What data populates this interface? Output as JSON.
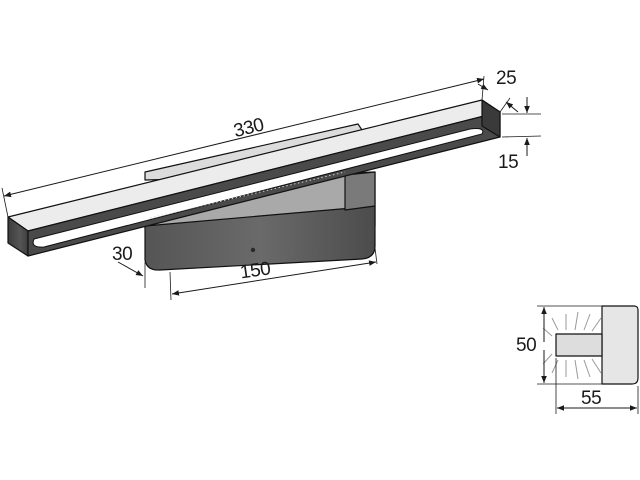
{
  "dimensions": {
    "length": "330",
    "depth": "25",
    "height": "15",
    "base_depth": "30",
    "base_width": "150",
    "side_height": "50",
    "side_depth": "55"
  },
  "colors": {
    "bar_top": "#ececec",
    "bar_front": "#4a4a4a",
    "bar_end": "#3a3a3a",
    "diffuser": "#ffffff",
    "plate_top": "#dcdcdc",
    "base_front": "#5a5a5a",
    "base_top": "#a9a9a9",
    "side_box": "#e6e6e6",
    "side_light": "#dddddd"
  }
}
